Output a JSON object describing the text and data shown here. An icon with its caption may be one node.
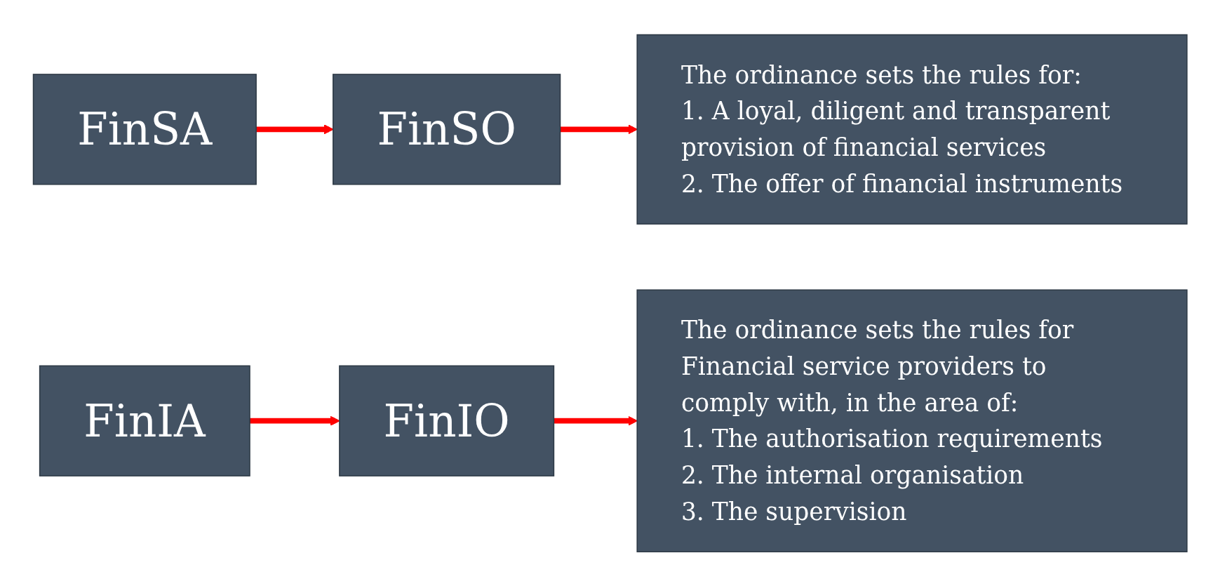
{
  "diagram": {
    "nodes": [
      {
        "text": [
          "FinSA"
        ]
      },
      {
        "text": [
          "FinSO"
        ]
      },
      {
        "text": [
          "The ordinance sets the rules for:",
          "1. A loyal, diligent and transparent provision of financial services",
          "2. The offer of financial instruments"
        ]
      },
      {
        "text": [
          "FinIA"
        ]
      },
      {
        "text": [
          "FinIO"
        ]
      },
      {
        "text": [
          "The ordinance sets the rules for Financial service providers to comply with, in the area of:",
          "1. The authorisation requirements",
          "2. The internal organisation",
          "3. The supervision"
        ]
      }
    ],
    "edges": [
      {
        "from": 0,
        "to": 1,
        "arrow": "to"
      },
      {
        "from": 1,
        "to": 2,
        "arrow": "to"
      },
      {
        "from": 3,
        "to": 4,
        "arrow": "to"
      },
      {
        "from": 4,
        "to": 5,
        "arrow": "to"
      }
    ]
  }
}
